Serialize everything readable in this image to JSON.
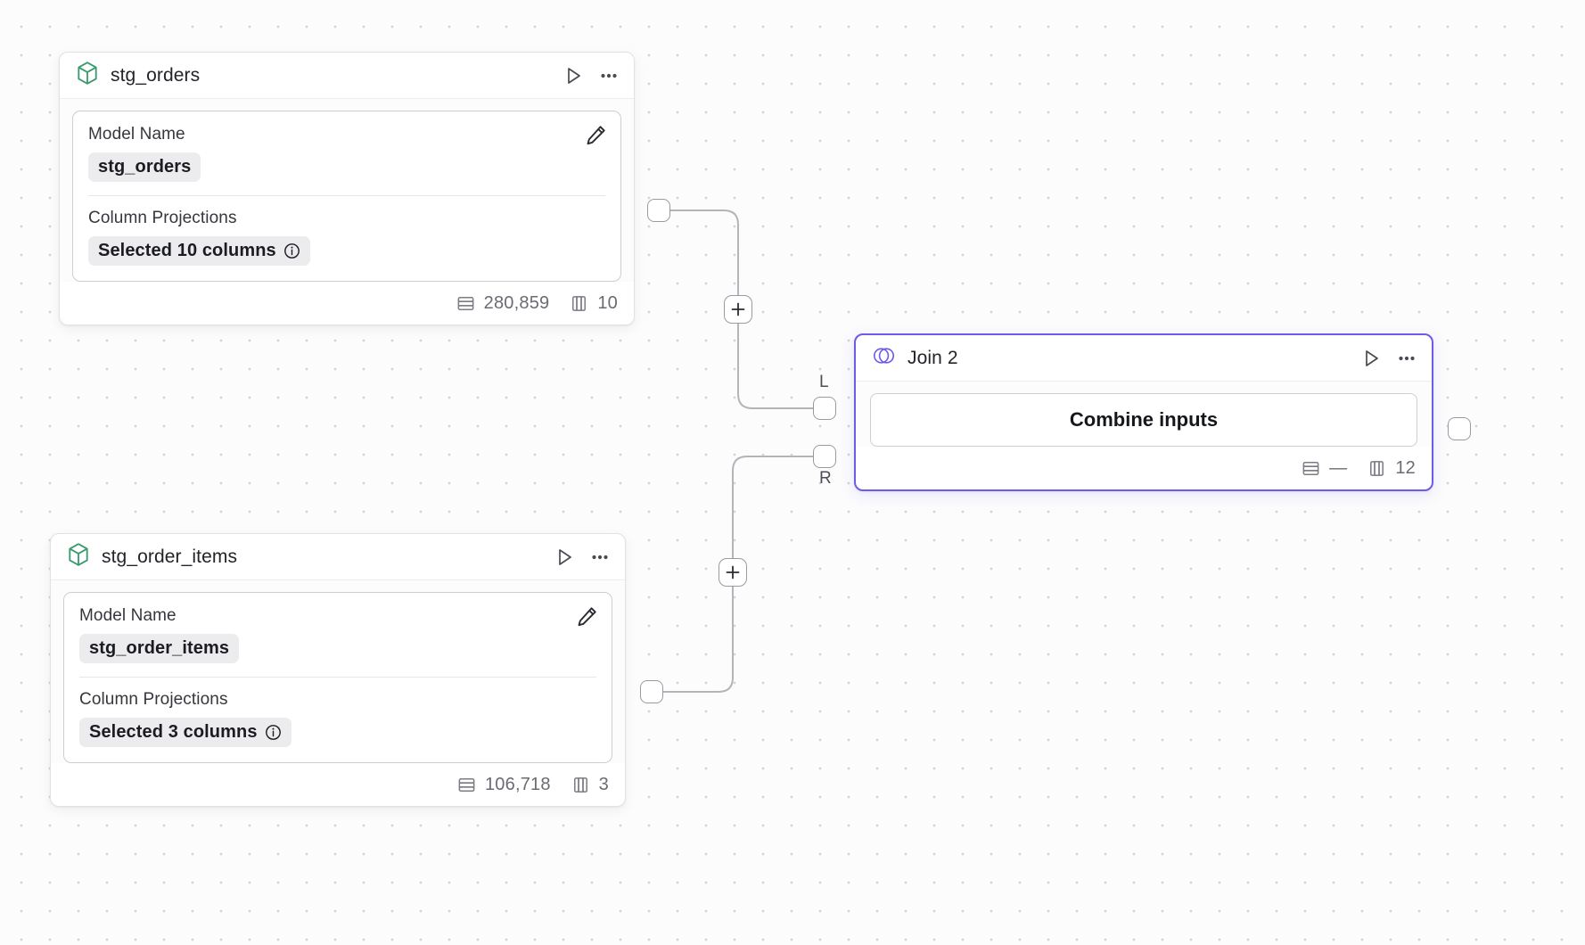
{
  "canvas": {
    "background": "#fcfcfd",
    "dot_color": "#d3d2d6",
    "accent": "#6c5ce7",
    "model_icon_color": "#3a9a6d"
  },
  "nodes": [
    {
      "id": "stg_orders",
      "title": "stg_orders",
      "icon": "cube-icon",
      "type": "model",
      "selected": false,
      "fields": {
        "model_name_label": "Model Name",
        "model_name_value": "stg_orders",
        "column_projections_label": "Column Projections",
        "column_projections_value": "Selected 10 columns"
      },
      "footer": {
        "rows": "280,859",
        "columns": "10"
      }
    },
    {
      "id": "stg_order_items",
      "title": "stg_order_items",
      "icon": "cube-icon",
      "type": "model",
      "selected": false,
      "fields": {
        "model_name_label": "Model Name",
        "model_name_value": "stg_order_items",
        "column_projections_label": "Column Projections",
        "column_projections_value": "Selected 3 columns"
      },
      "footer": {
        "rows": "106,718",
        "columns": "3"
      }
    },
    {
      "id": "join_2",
      "title": "Join 2",
      "icon": "venn-icon",
      "type": "join",
      "selected": true,
      "fields": {
        "combine_label": "Combine inputs"
      },
      "footer": {
        "rows": "—",
        "columns": "12"
      },
      "ports": {
        "left_label": "L",
        "right_label": "R"
      }
    }
  ],
  "edges": [
    {
      "from": "stg_orders",
      "to": "join_2",
      "target_port": "L",
      "add_label": "+"
    },
    {
      "from": "stg_order_items",
      "to": "join_2",
      "target_port": "R",
      "add_label": "+"
    }
  ],
  "icons": {
    "run": "play-icon",
    "menu": "more-options-icon",
    "edit": "pencil-icon",
    "info": "info-icon",
    "rows": "rows-icon",
    "columns": "columns-icon",
    "add": "plus-icon"
  }
}
